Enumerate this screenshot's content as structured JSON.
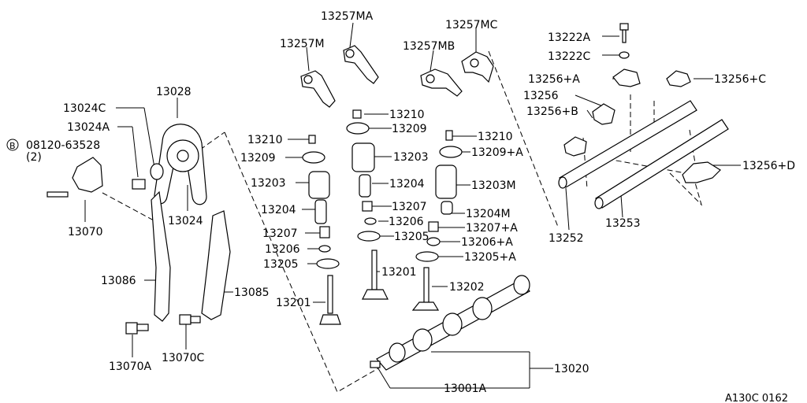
{
  "diagram_ref": "A130C 0162",
  "bolt_symbol": "B",
  "labels": {
    "p13257MA": "13257MA",
    "p13257MC": "13257MC",
    "p13257M": "13257M",
    "p13257MB": "13257MB",
    "p13222A": "13222A",
    "p13222C": "13222C",
    "p13256A": "13256+A",
    "p13256C": "13256+C",
    "p13256": "13256",
    "p13256B": "13256+B",
    "p13256D": "13256+D",
    "p13028": "13028",
    "p13024C": "13024C",
    "p13024A": "13024A",
    "p08120": "08120-63528",
    "p08120qty": "(2)",
    "p13070": "13070",
    "p13024": "13024",
    "p13086": "13086",
    "p13085": "13085",
    "p13070A": "13070A",
    "p13070C": "13070C",
    "p13210a": "13210",
    "p13210b": "13210",
    "p13210c": "13210",
    "p13209a": "13209",
    "p13209b": "13209",
    "p13209A": "13209+A",
    "p13203a": "13203",
    "p13203b": "13203",
    "p13203M": "13203M",
    "p13204a": "13204",
    "p13204b": "13204",
    "p13204M": "13204M",
    "p13207a": "13207",
    "p13207b": "13207",
    "p13207A": "13207+A",
    "p13206a": "13206",
    "p13206b": "13206",
    "p13206A": "13206+A",
    "p13205a": "13205",
    "p13205b": "13205",
    "p13205A": "13205+A",
    "p13201a": "13201",
    "p13201b": "13201",
    "p13202": "13202",
    "p13252": "13252",
    "p13253": "13253",
    "p13020": "13020",
    "p13001A": "13001A"
  }
}
